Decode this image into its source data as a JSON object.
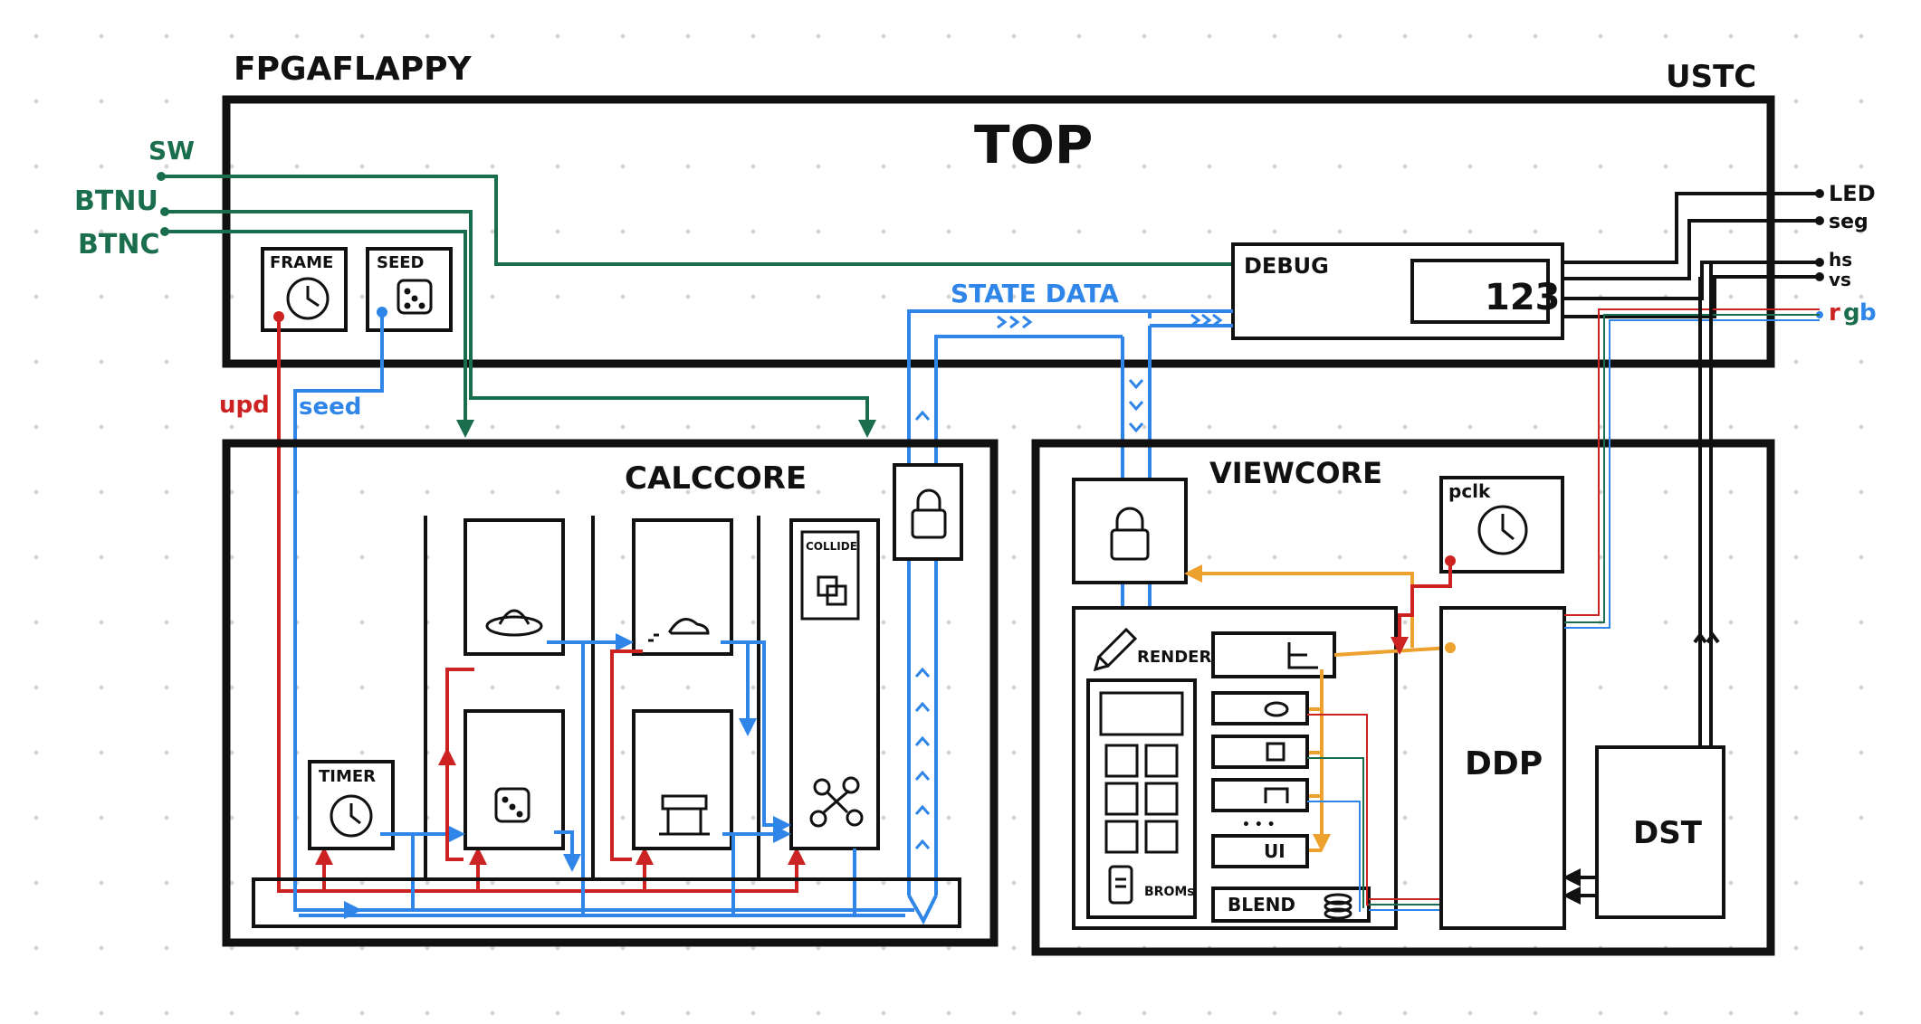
{
  "project_title": "FPGAFLAPPY",
  "org_label": "USTC",
  "top": {
    "title": "TOP"
  },
  "inputs": {
    "sw": "SW",
    "btnu": "BTNU",
    "btnc": "BTNC"
  },
  "outputs": {
    "led": "LED",
    "seg": "seg",
    "hs": "hs",
    "vs": "vs",
    "rgb_r": "r",
    "rgb_g": "g",
    "rgb_b": "b"
  },
  "blocks": {
    "frame": "FRAME",
    "seed": "SEED",
    "debug": "DEBUG",
    "debug_display": "123",
    "calccore": "CALCCORE",
    "timer": "TIMER",
    "collide": "COLLIDE",
    "viewcore": "VIEWCORE",
    "pclk": "pclk",
    "render": "RENDER",
    "brom": "BROMs",
    "ui": "UI",
    "ellipsis": "• • •",
    "blend": "BLEND",
    "ddp": "DDP",
    "dst": "DST"
  },
  "signals": {
    "state_data": "STATE DATA",
    "upd": "upd",
    "seed": "seed"
  },
  "colors": {
    "ink": "#111111",
    "green": "#1a6e4e",
    "blue": "#2f86e8",
    "red": "#cc2222",
    "orange": "#eda12e",
    "grid_dot": "#d6d6d6"
  }
}
